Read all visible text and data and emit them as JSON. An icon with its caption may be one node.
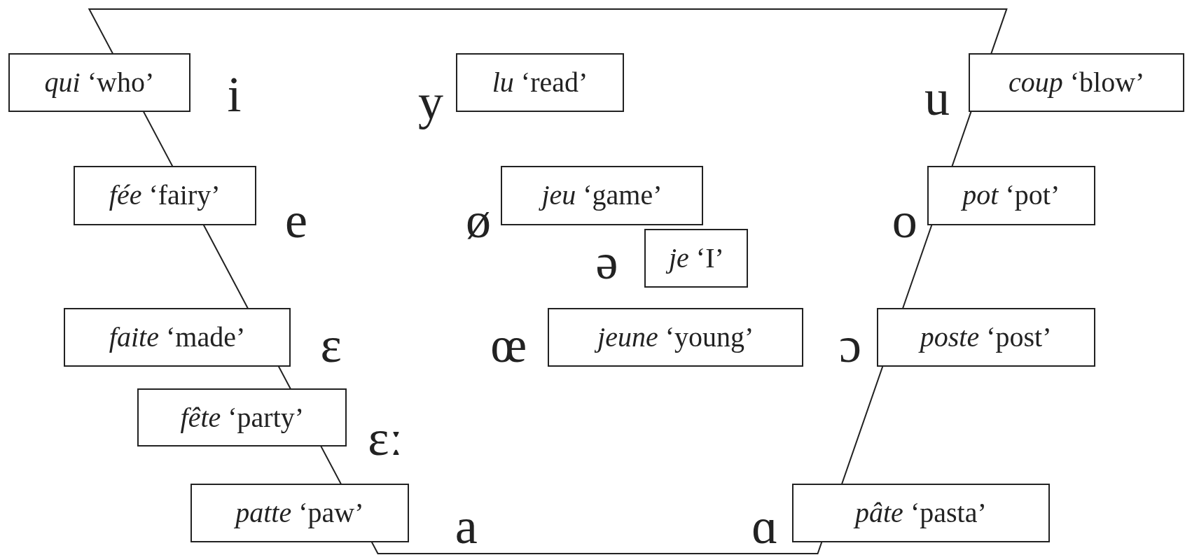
{
  "diagram": {
    "nodes": [
      {
        "text": [
          "*qui* ‘who’"
        ]
      },
      {
        "text": [
          "*lu* ‘read’"
        ]
      },
      {
        "text": [
          "*coup* ‘blow’"
        ]
      },
      {
        "text": [
          "*fée* ‘fairy’"
        ]
      },
      {
        "text": [
          "*jeu* ‘game’"
        ]
      },
      {
        "text": [
          "*pot* ‘pot’"
        ]
      },
      {
        "text": [
          "*je* ‘I’"
        ]
      },
      {
        "text": [
          "*faite* ‘made’"
        ]
      },
      {
        "text": [
          "*jeune* ‘young’"
        ]
      },
      {
        "text": [
          "*poste* ‘post’"
        ]
      },
      {
        "text": [
          "*fête* ‘party’"
        ]
      },
      {
        "text": [
          "*patte* ‘paw’"
        ]
      },
      {
        "text": [
          "*pâte* ‘pasta’"
        ]
      }
    ],
    "labels": [
      "i",
      "y",
      "u",
      "e",
      "ø",
      "o",
      "ə",
      "ɛ",
      "œ",
      "ɔ",
      "ɛː",
      "a",
      "ɑ"
    ]
  }
}
